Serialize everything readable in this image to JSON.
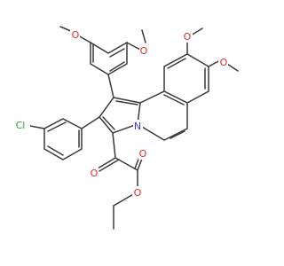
{
  "molecule": {
    "atom_labels": {
      "chlorine": "Cl",
      "nitrogen": "N",
      "oxygen": "O"
    },
    "colors": {
      "bond": "#3a3a3a",
      "chlorine": "#2fa52f",
      "oxygen": "#e8262c",
      "nitrogen": "#3b3bde"
    }
  }
}
